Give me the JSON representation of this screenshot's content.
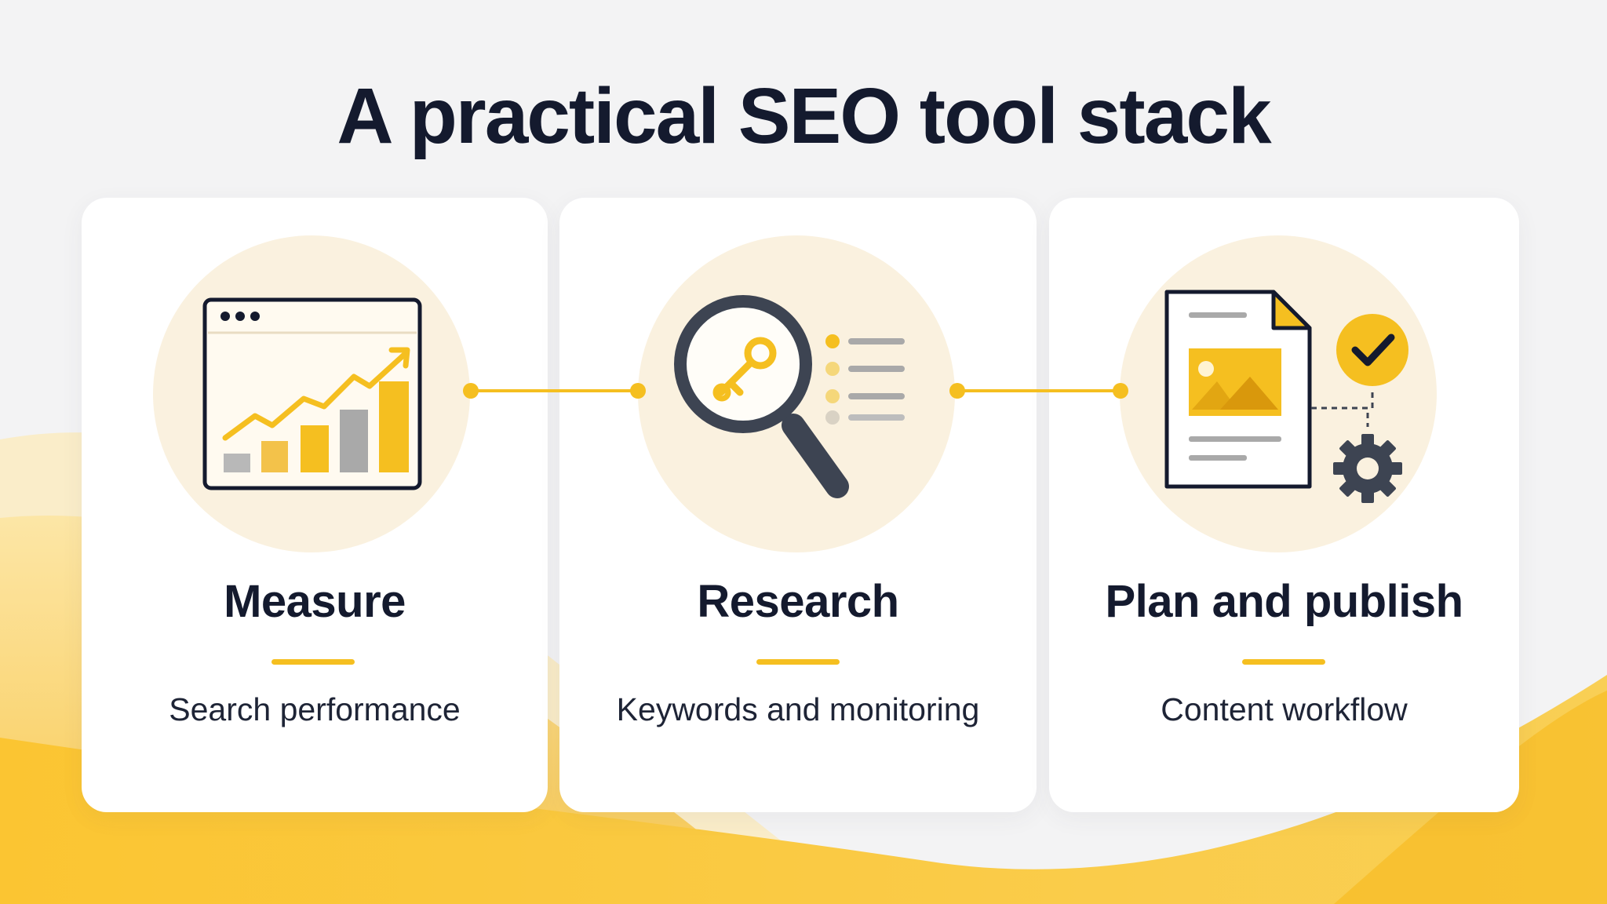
{
  "title": "A practical SEO tool stack",
  "colors": {
    "accent": "#f5bf20",
    "ink": "#141a2e",
    "halo": "#faf1df",
    "grey": "#a9a9a9",
    "dark_icon": "#3d4452"
  },
  "steps": [
    {
      "title": "Measure",
      "subtitle": "Search performance",
      "icon": "analytics-chart-icon"
    },
    {
      "title": "Research",
      "subtitle": "Keywords and monitoring",
      "icon": "magnifier-key-icon"
    },
    {
      "title": "Plan and publish",
      "subtitle": "Content workflow",
      "icon": "document-check-gear-icon"
    }
  ]
}
